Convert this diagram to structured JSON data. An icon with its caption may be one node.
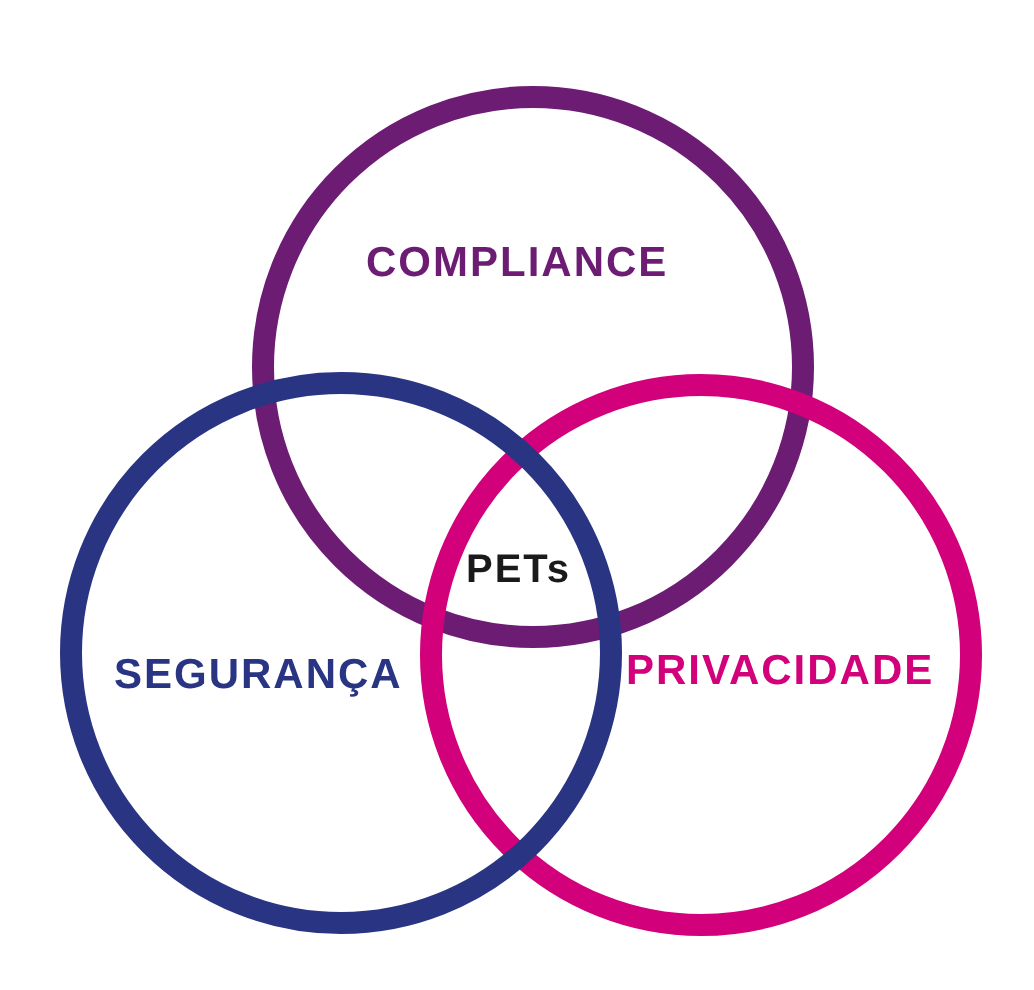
{
  "diagram": {
    "nodes": [
      {
        "text": [
          "COMPLIANCE"
        ]
      },
      {
        "text": [
          "SEGURANÇA"
        ]
      },
      {
        "text": [
          "PRIVACIDADE"
        ]
      }
    ],
    "labels": [
      "PETs"
    ]
  }
}
